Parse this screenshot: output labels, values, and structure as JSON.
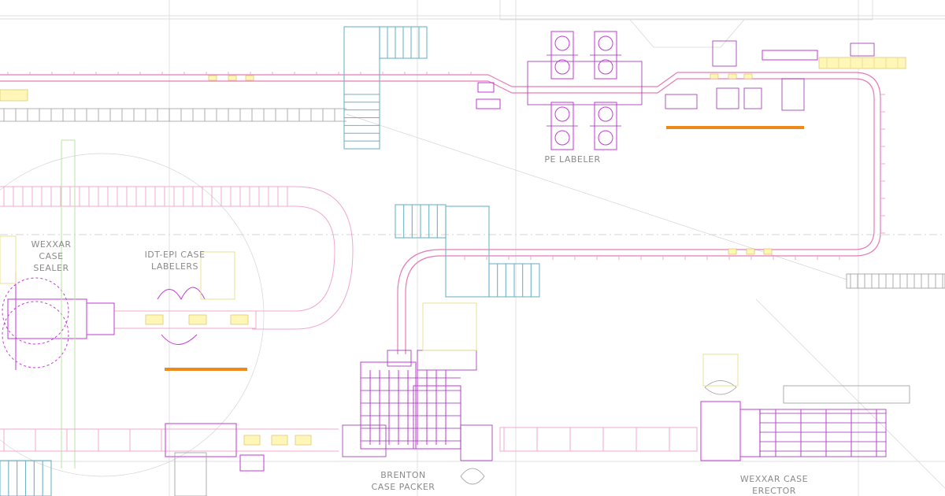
{
  "drawing": {
    "labels": {
      "pe_labeler": "PE LABELER",
      "wexxar_sealer_1": "WEXXAR",
      "wexxar_sealer_2": "CASE",
      "wexxar_sealer_3": "SEALER",
      "idt_1": "IDT-EPI CASE",
      "idt_2": "LABELERS",
      "brenton_1": "BRENTON",
      "brenton_2": "CASE PACKER",
      "erector_1": "WEXXAR CASE",
      "erector_2": "ERECTOR"
    },
    "colors": {
      "conveyor": "#e67ab7",
      "machine": "#c23ad6",
      "platform": "#6fb3c7",
      "highlight": "#ee8a1a",
      "case": "#fff6b8"
    }
  }
}
